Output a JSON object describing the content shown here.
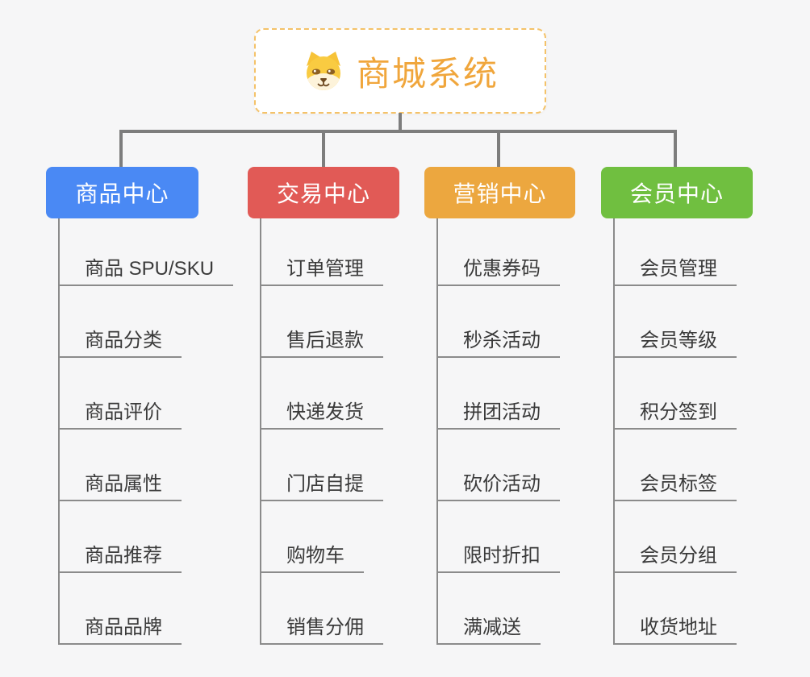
{
  "root": {
    "title": "商城系统",
    "icon": "dog-face"
  },
  "branches": [
    {
      "label": "商品中心",
      "color": "#4a89f4",
      "children": [
        "商品 SPU/SKU",
        "商品分类",
        "商品评价",
        "商品属性",
        "商品推荐",
        "商品品牌"
      ]
    },
    {
      "label": "交易中心",
      "color": "#e15a56",
      "children": [
        "订单管理",
        "售后退款",
        "快递发货",
        "门店自提",
        "购物车",
        "销售分佣"
      ]
    },
    {
      "label": "营销中心",
      "color": "#eca73f",
      "children": [
        "优惠券码",
        "秒杀活动",
        "拼团活动",
        "砍价活动",
        "限时折扣",
        "满减送"
      ]
    },
    {
      "label": "会员中心",
      "color": "#70bf40",
      "children": [
        "会员管理",
        "会员等级",
        "积分签到",
        "会员标签",
        "会员分组",
        "收货地址"
      ]
    }
  ],
  "colors": {
    "background": "#f6f6f7",
    "connector": "#7d7d7d",
    "branch_line": "#8b8b8b",
    "root_text": "#f0a63c",
    "root_border": "#f4c269",
    "child_text": "#3a3a3a"
  }
}
